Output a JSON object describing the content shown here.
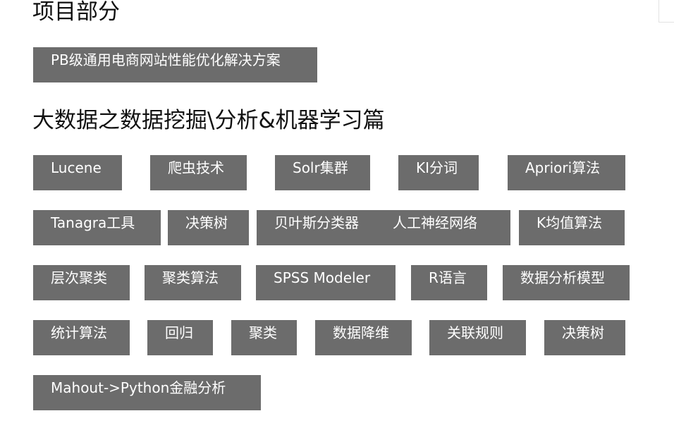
{
  "sections": {
    "project_heading": "项目部分",
    "bigdata_heading": "大数据之数据挖掘\\分析&机器学习篇"
  },
  "project_tags": [
    "PB级通用电商网站性能优化解决方案"
  ],
  "tags": {
    "row1": [
      "Lucene",
      "爬虫技术",
      "Solr集群",
      "KI分词",
      "Apriori算法"
    ],
    "row2": [
      "Tanagra工具",
      "决策树",
      "贝叶斯分类器",
      "人工神经网络",
      "K均值算法"
    ],
    "row3": [
      "层次聚类",
      "聚类算法",
      "SPSS Modeler",
      "R语言",
      "数据分析模型"
    ],
    "row4": [
      "统计算法",
      "回归",
      "聚类",
      "数据降维",
      "关联规则",
      "决策树"
    ],
    "row5": [
      "Mahout->Python金融分析"
    ]
  },
  "colors": {
    "tag_bg": "#6c6c6c",
    "tag_text": "#ffffff",
    "heading_text": "#111111"
  }
}
